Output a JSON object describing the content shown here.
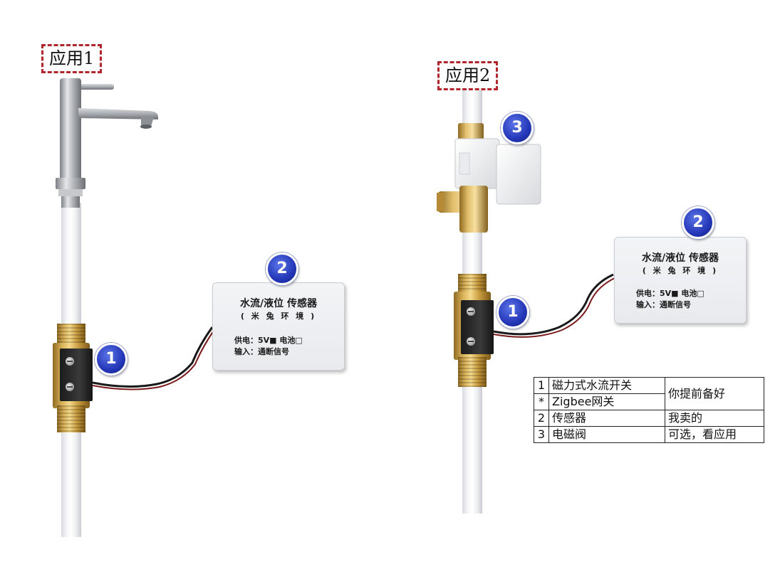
{
  "labels": {
    "application1": "应用1",
    "application2": "应用2"
  },
  "badges": {
    "left_sensor": "1",
    "left_box": "2",
    "right_valve": "3",
    "right_box": "2",
    "right_sensor": "1"
  },
  "sensor_box": {
    "title": "水流/液位 传感器",
    "subtitle": "( 米 兔 环 境 )",
    "power_line": "供电：5V■ 电池□",
    "input_line": "输入：通断信号"
  },
  "legend": {
    "rows": [
      {
        "num": "1",
        "name": "磁力式水流开关",
        "note": "你提前备好"
      },
      {
        "num": "*",
        "name": "Zigbee网关",
        "note": ""
      },
      {
        "num": "2",
        "name": "传感器",
        "note": "我卖的"
      },
      {
        "num": "3",
        "name": "电磁阀",
        "note": "可选，看应用"
      }
    ]
  },
  "colors": {
    "label_border": "#b0262c",
    "badge_blue": "#2437b8",
    "brass": "#d9b25a",
    "wire": "#7a1a1a"
  }
}
